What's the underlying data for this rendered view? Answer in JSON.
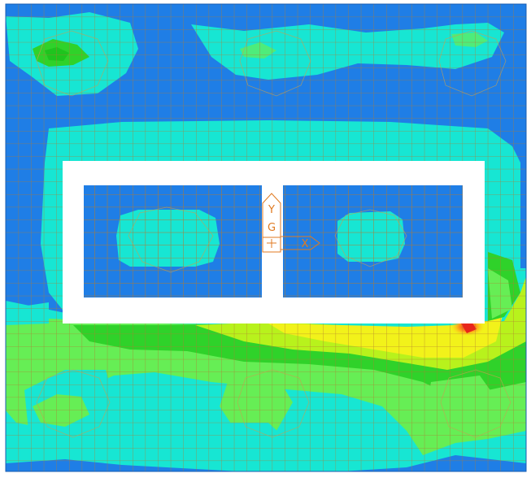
{
  "axis_labels": {
    "y": "Y",
    "g": "G",
    "x": "X"
  },
  "colors": {
    "background": "#ffffff",
    "base_blue": "#1f7ee6",
    "cyan": "#17e6d3",
    "cyan_light": "#3df0df",
    "green_light": "#66ee55",
    "green": "#2fd22a",
    "yellow_green": "#b8f21c",
    "yellow": "#f2f21a",
    "orange": "#ff9a1a",
    "red": "#e8261a",
    "grid_line": "#c07a2a",
    "axis_symbol": "#e07a20"
  },
  "icons": [
    "origin-axis-icon"
  ]
}
